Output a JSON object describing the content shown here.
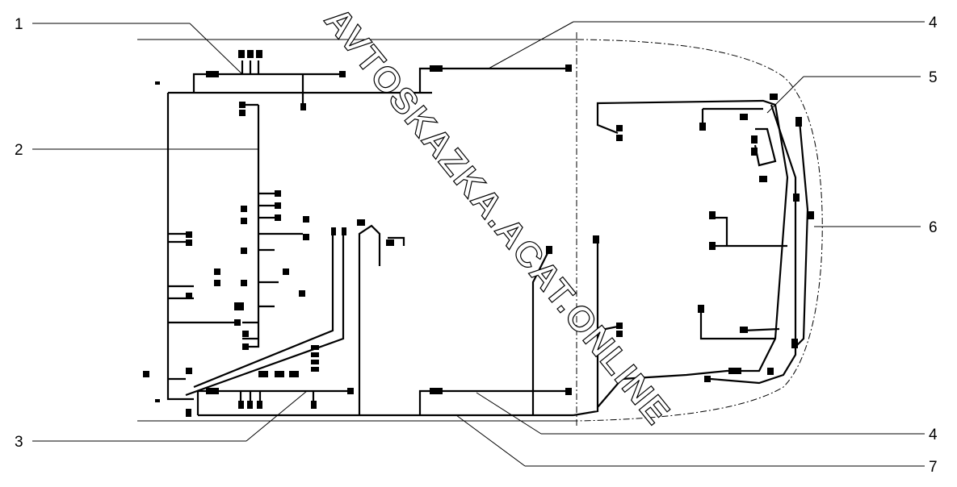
{
  "callouts": {
    "c1": "1",
    "c2": "2",
    "c3": "3",
    "c4_top": "4",
    "c5": "5",
    "c6": "6",
    "c4_bottom": "4",
    "c7": "7"
  },
  "watermark": "AVTOSKAZKA.ACAT.ONLINE"
}
